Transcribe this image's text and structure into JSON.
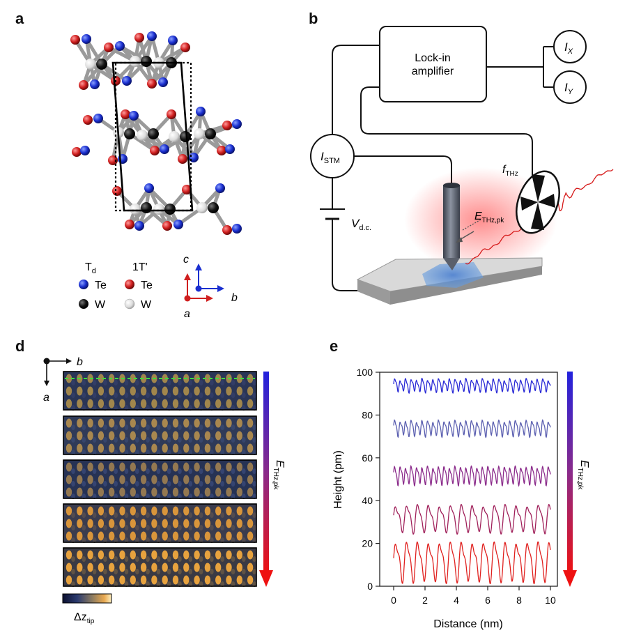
{
  "panels": {
    "a": {
      "label": "a",
      "legend": {
        "td_header": "T",
        "td_sub": "d",
        "t1_header": "1T'",
        "te_label": "Te",
        "w_label": "W"
      },
      "axes": {
        "c": "c",
        "b": "b",
        "a": "a"
      },
      "colors": {
        "te_td": "#1a2fd0",
        "te_1t": "#d01f1f",
        "w_td": "#111111",
        "w_1t": "#e2e2e2"
      }
    },
    "b": {
      "label": "b",
      "lockin_line1": "Lock-in",
      "lockin_line2": "amplifier",
      "ix_main": "I",
      "ix_sub": "X",
      "iy_main": "I",
      "iy_sub": "Y",
      "istm_main": "I",
      "istm_sub": "STM",
      "vdc_main": "V",
      "vdc_sub": "d.c.",
      "fthz_main": "f",
      "fthz_sub": "THz",
      "ethz_main": "E",
      "ethz_sub": "THz,pk"
    },
    "d": {
      "label": "d",
      "axis_b": "b",
      "axis_a": "a",
      "field_main": "E",
      "field_sub": "THz,pk",
      "colorbar_main": "Δz",
      "colorbar_sub": "tip",
      "image_count": 5
    },
    "e": {
      "label": "e",
      "field_main": "E",
      "field_sub": "THz,pk"
    }
  },
  "chart_data": {
    "type": "line",
    "title": "",
    "xlabel": "Distance (nm)",
    "ylabel": "Height (pm)",
    "xlim": [
      0,
      10
    ],
    "ylim": [
      0,
      100
    ],
    "xticks": [
      0,
      2,
      4,
      6,
      8,
      10
    ],
    "yticks": [
      0,
      20,
      40,
      60,
      80,
      100
    ],
    "grid": false,
    "series": [
      {
        "baseline": 94,
        "amplitude": 5,
        "period_nm": 0.35,
        "color": "#2a2ad6"
      },
      {
        "baseline": 74,
        "amplitude": 6,
        "period_nm": 0.35,
        "color": "#5b5fb0"
      },
      {
        "baseline": 52,
        "amplitude": 7,
        "period_nm": 0.35,
        "color": "#8a2a8a"
      },
      {
        "baseline": 32,
        "amplitude": 11,
        "period_nm": 0.7,
        "color": "#a0205a"
      },
      {
        "baseline": 12,
        "amplitude": 16,
        "period_nm": 0.7,
        "color": "#e0201e"
      }
    ]
  }
}
